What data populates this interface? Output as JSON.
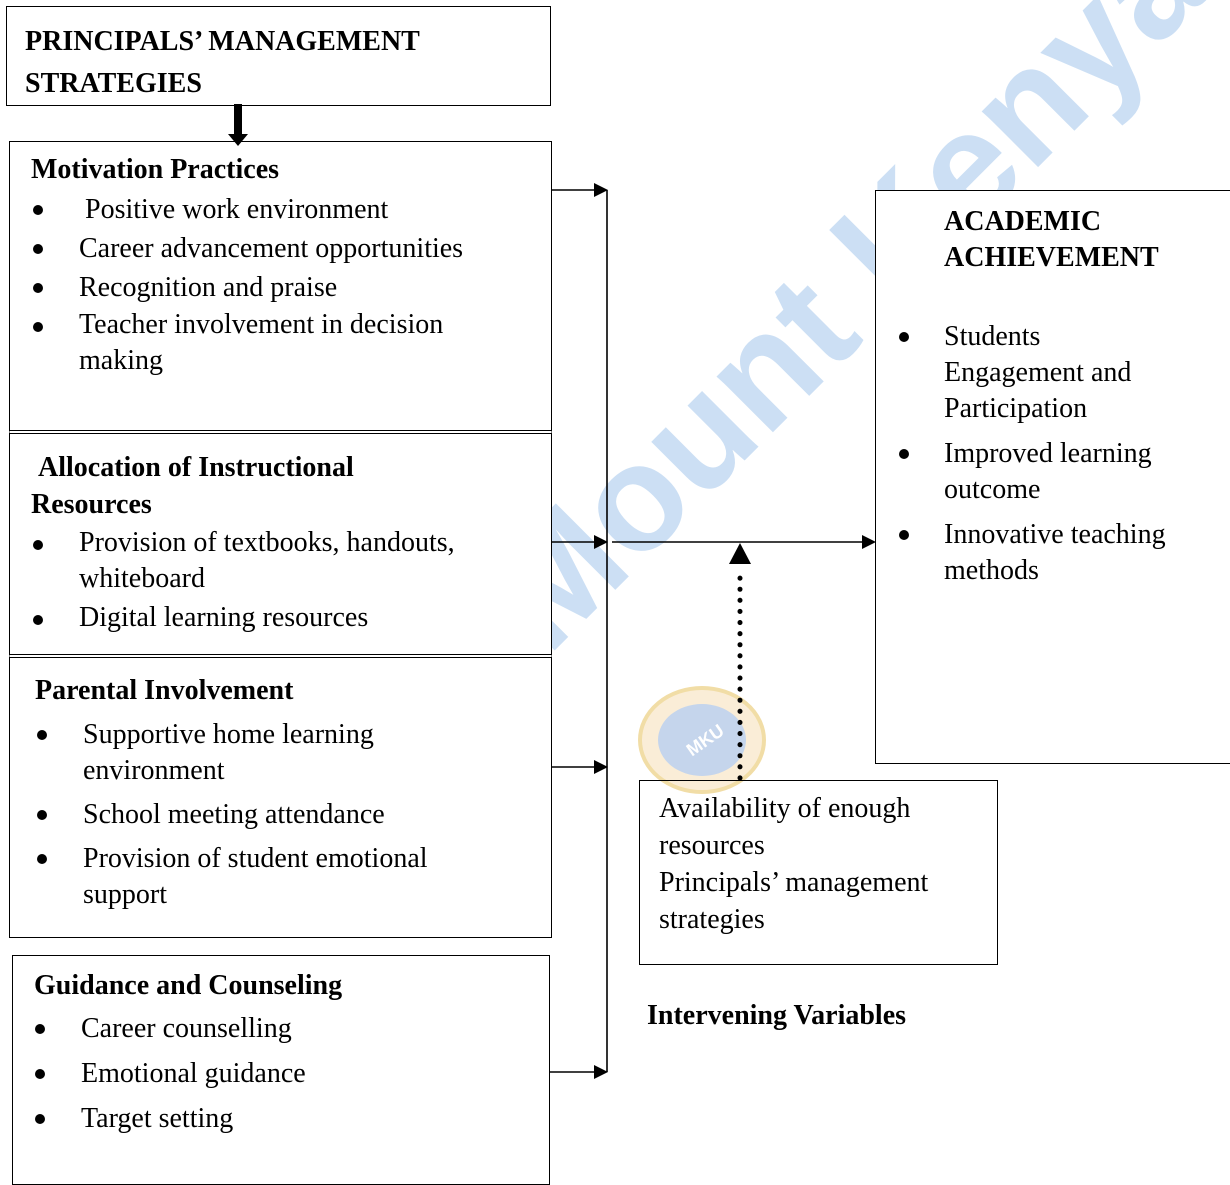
{
  "title": {
    "line1": "PRINCIPALS’ MANAGEMENT",
    "line2": "STRATEGIES"
  },
  "motivation": {
    "heading": "Motivation Practices",
    "items": [
      "Positive work environment",
      "Career advancement opportunities",
      "Recognition and praise",
      "Teacher involvement in decision making"
    ]
  },
  "allocation": {
    "heading_line1": "Allocation of Instructional",
    "heading_line2": "Resources",
    "items": [
      "Provision of textbooks, handouts, whiteboard",
      "Digital learning resources"
    ]
  },
  "parental": {
    "heading": "Parental Involvement",
    "items": [
      "Supportive home learning environment",
      "School meeting attendance",
      "Provision of student emotional support"
    ]
  },
  "guidance": {
    "heading": "Guidance and Counseling",
    "items": [
      "Career counselling",
      "Emotional guidance",
      "Target setting"
    ]
  },
  "outcome": {
    "heading_line1": "ACADEMIC",
    "heading_line2": "ACHIEVEMENT",
    "items": [
      "Students Engagement and Participation",
      "Improved learning outcome",
      "Innovative teaching methods"
    ]
  },
  "intervening": {
    "items": [
      "Availability of enough resources",
      "Principals’ management strategies"
    ],
    "label": "Intervening Variables"
  },
  "watermark": {
    "text": "Mount Kenya University",
    "seal_text": "MKU",
    "color": "#4a90d9"
  }
}
